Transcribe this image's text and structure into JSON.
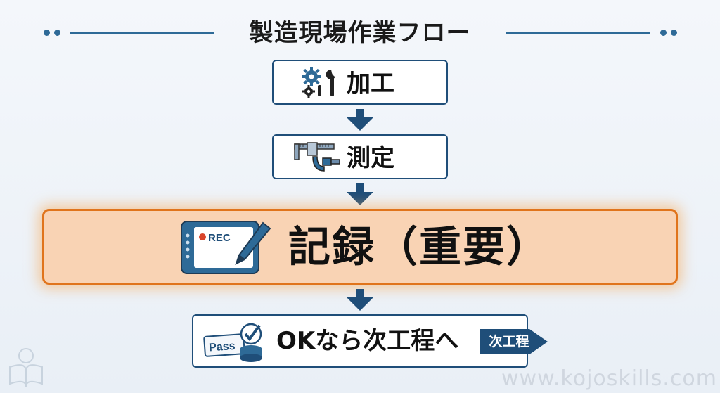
{
  "title": "製造現場作業フロー",
  "steps": [
    {
      "label": "加工",
      "icon": "gear-wrench-icon"
    },
    {
      "label": "測定",
      "icon": "caliper-micrometer-icon"
    },
    {
      "label": "記録（重要）",
      "icon": "rec-tablet-icon",
      "icon_text": "●REC",
      "highlight": true
    },
    {
      "label": "OKなら次工程へ",
      "icon": "pass-checkmark-icon",
      "icon_text": "Pass",
      "tag": "次工程"
    }
  ],
  "watermark": "www.kojoskills.com",
  "colors": {
    "navy": "#1f4e79",
    "accent_orange": "#e0741c",
    "highlight_fill": "#f9d3b4",
    "rec_red": "#d9442a"
  }
}
